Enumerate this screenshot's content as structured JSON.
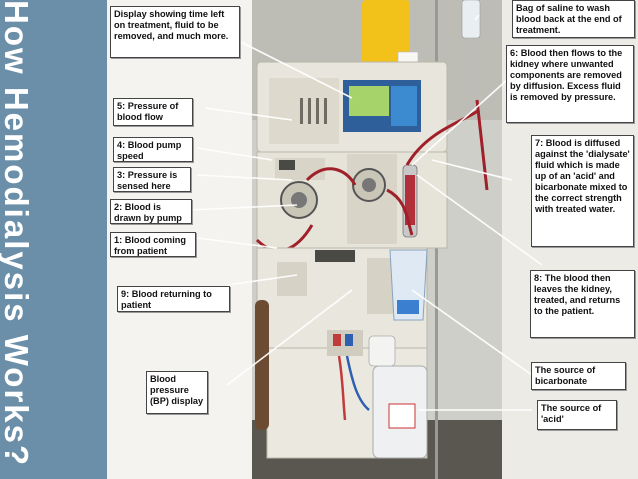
{
  "side_title": "How Hemodialysis Works?",
  "callouts": {
    "display": "Display showing time left on treatment, fluid to be removed, and much more.",
    "blood_flow_pressure": "5: Pressure of blood flow",
    "blood_pump_speed": "4: Blood pump speed",
    "pressure_sensed": "3: Pressure is sensed here",
    "blood_drawn": "2: Blood is drawn by pump",
    "blood_coming": "1: Blood coming from patient",
    "blood_returning": "9: Blood returning to patient",
    "bp_display": "Blood pressure (BP) display",
    "saline_bag": "Bag of saline to wash blood back at the end of treatment.",
    "kidney_flow": "6: Blood then flows to the kidney where unwanted components are removed by diffusion.  Excess fluid is removed by pressure.",
    "dialysate": "7: Blood is diffused against the 'dialysate' fluid which is made up of an 'acid' and bicarbonate mixed to the correct strength with treated water.",
    "blood_leaves": "8: The blood then leaves the kidney, treated, and returns to the patient.",
    "bicarbonate": "The source of bicarbonate",
    "acid": "The source of 'acid'"
  },
  "colors": {
    "sidebar": "#6b8fa8",
    "machine_body": "#e8e6dc",
    "blood_line": "#a0202a",
    "screen": "#3c8ad0"
  }
}
